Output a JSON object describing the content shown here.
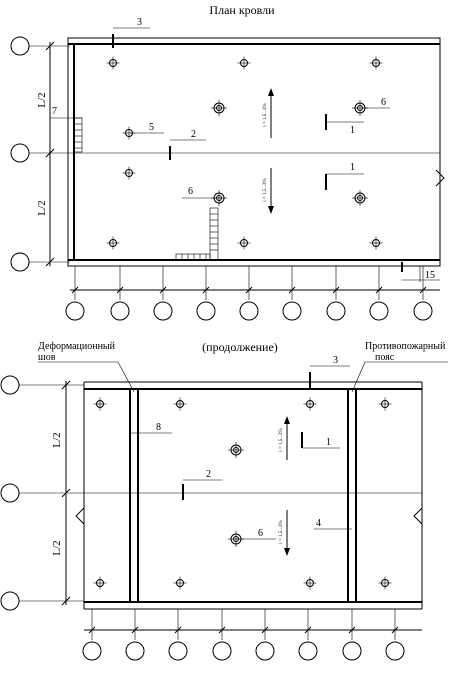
{
  "plan": {
    "title": "План кровли",
    "dim_half_top": "L/2",
    "dim_half_bottom": "L/2",
    "slope": "i = 1,5...3%",
    "callouts": {
      "c3": "3",
      "c7": "7",
      "c6a": "6",
      "c5": "5",
      "c2": "2",
      "c1a": "1",
      "c1b": "1",
      "c6b": "6",
      "c15": "15"
    }
  },
  "continuation": {
    "title": "(продолжение)",
    "left_note": "Деформационный\nшов",
    "left_note_lines": [
      "Деформационный",
      "шов"
    ],
    "right_note_lines": [
      "Противопожарный",
      "пояс"
    ],
    "dim_half_top": "L/2",
    "dim_half_bottom": "L/2",
    "slope": "i = 1,5...3%",
    "callouts": {
      "c3": "3",
      "c8": "8",
      "c1": "1",
      "c2": "2",
      "c4": "4",
      "c6": "6"
    }
  },
  "colors": {
    "ink": "#000000",
    "paper": "#ffffff"
  }
}
